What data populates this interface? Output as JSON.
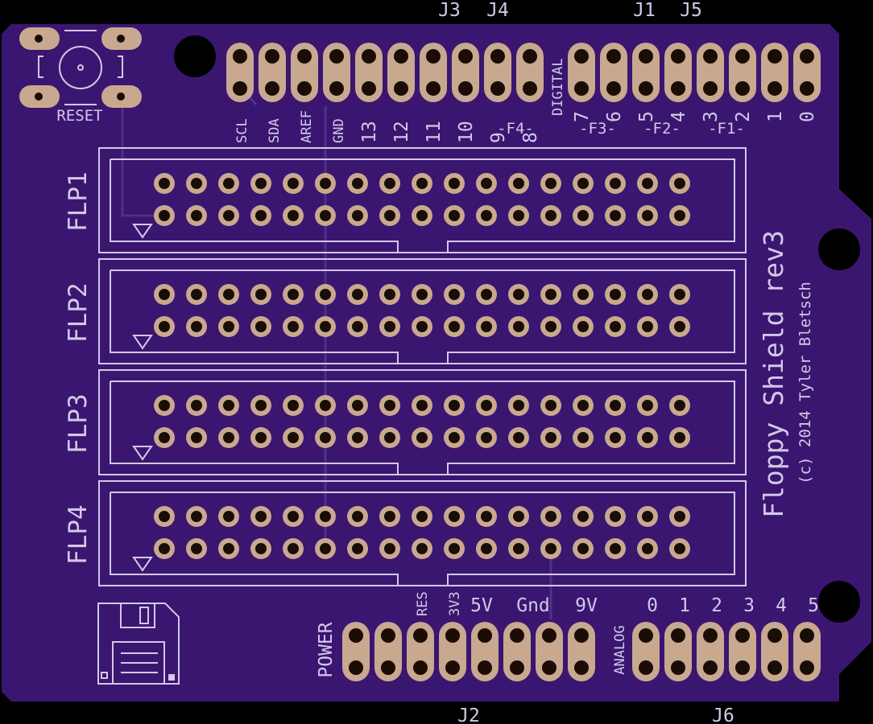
{
  "board": {
    "title": "Floppy Shield rev3",
    "copyright": "(c) 2014 Tyler Bletsch",
    "colors": {
      "background": "#000000",
      "pcb": "#3a1670",
      "silkscreen": "#d2c8e8",
      "pad": "#c9a890",
      "hole": "#1a0d05",
      "trace": "#50308a",
      "mounting_hole": "#000000"
    }
  },
  "reset": {
    "label": "RESET"
  },
  "top_headers": {
    "labels": [
      "J3",
      "J4",
      "J1",
      "J5"
    ],
    "digital_label": "DIGITAL",
    "left_pins": [
      "SCL",
      "SDA",
      "AREF",
      "GND",
      "13",
      "12",
      "11",
      "10",
      "9",
      "8"
    ],
    "right_pins": [
      "7",
      "6",
      "5",
      "4",
      "3",
      "2",
      "1",
      "0"
    ],
    "groups": [
      "-F4-",
      "-F3-",
      "-F2-",
      "-F1-"
    ]
  },
  "connectors": [
    {
      "label": "FLP1"
    },
    {
      "label": "FLP2"
    },
    {
      "label": "FLP3"
    },
    {
      "label": "FLP4"
    }
  ],
  "bottom_headers": {
    "power_label": "POWER",
    "power_pins": [
      "RES",
      "3V3",
      "5V",
      "Gnd",
      "9V"
    ],
    "analog_label": "ANALOG",
    "analog_pins": [
      "0",
      "1",
      "2",
      "3",
      "4",
      "5"
    ],
    "labels": [
      "J2",
      "J6"
    ]
  }
}
